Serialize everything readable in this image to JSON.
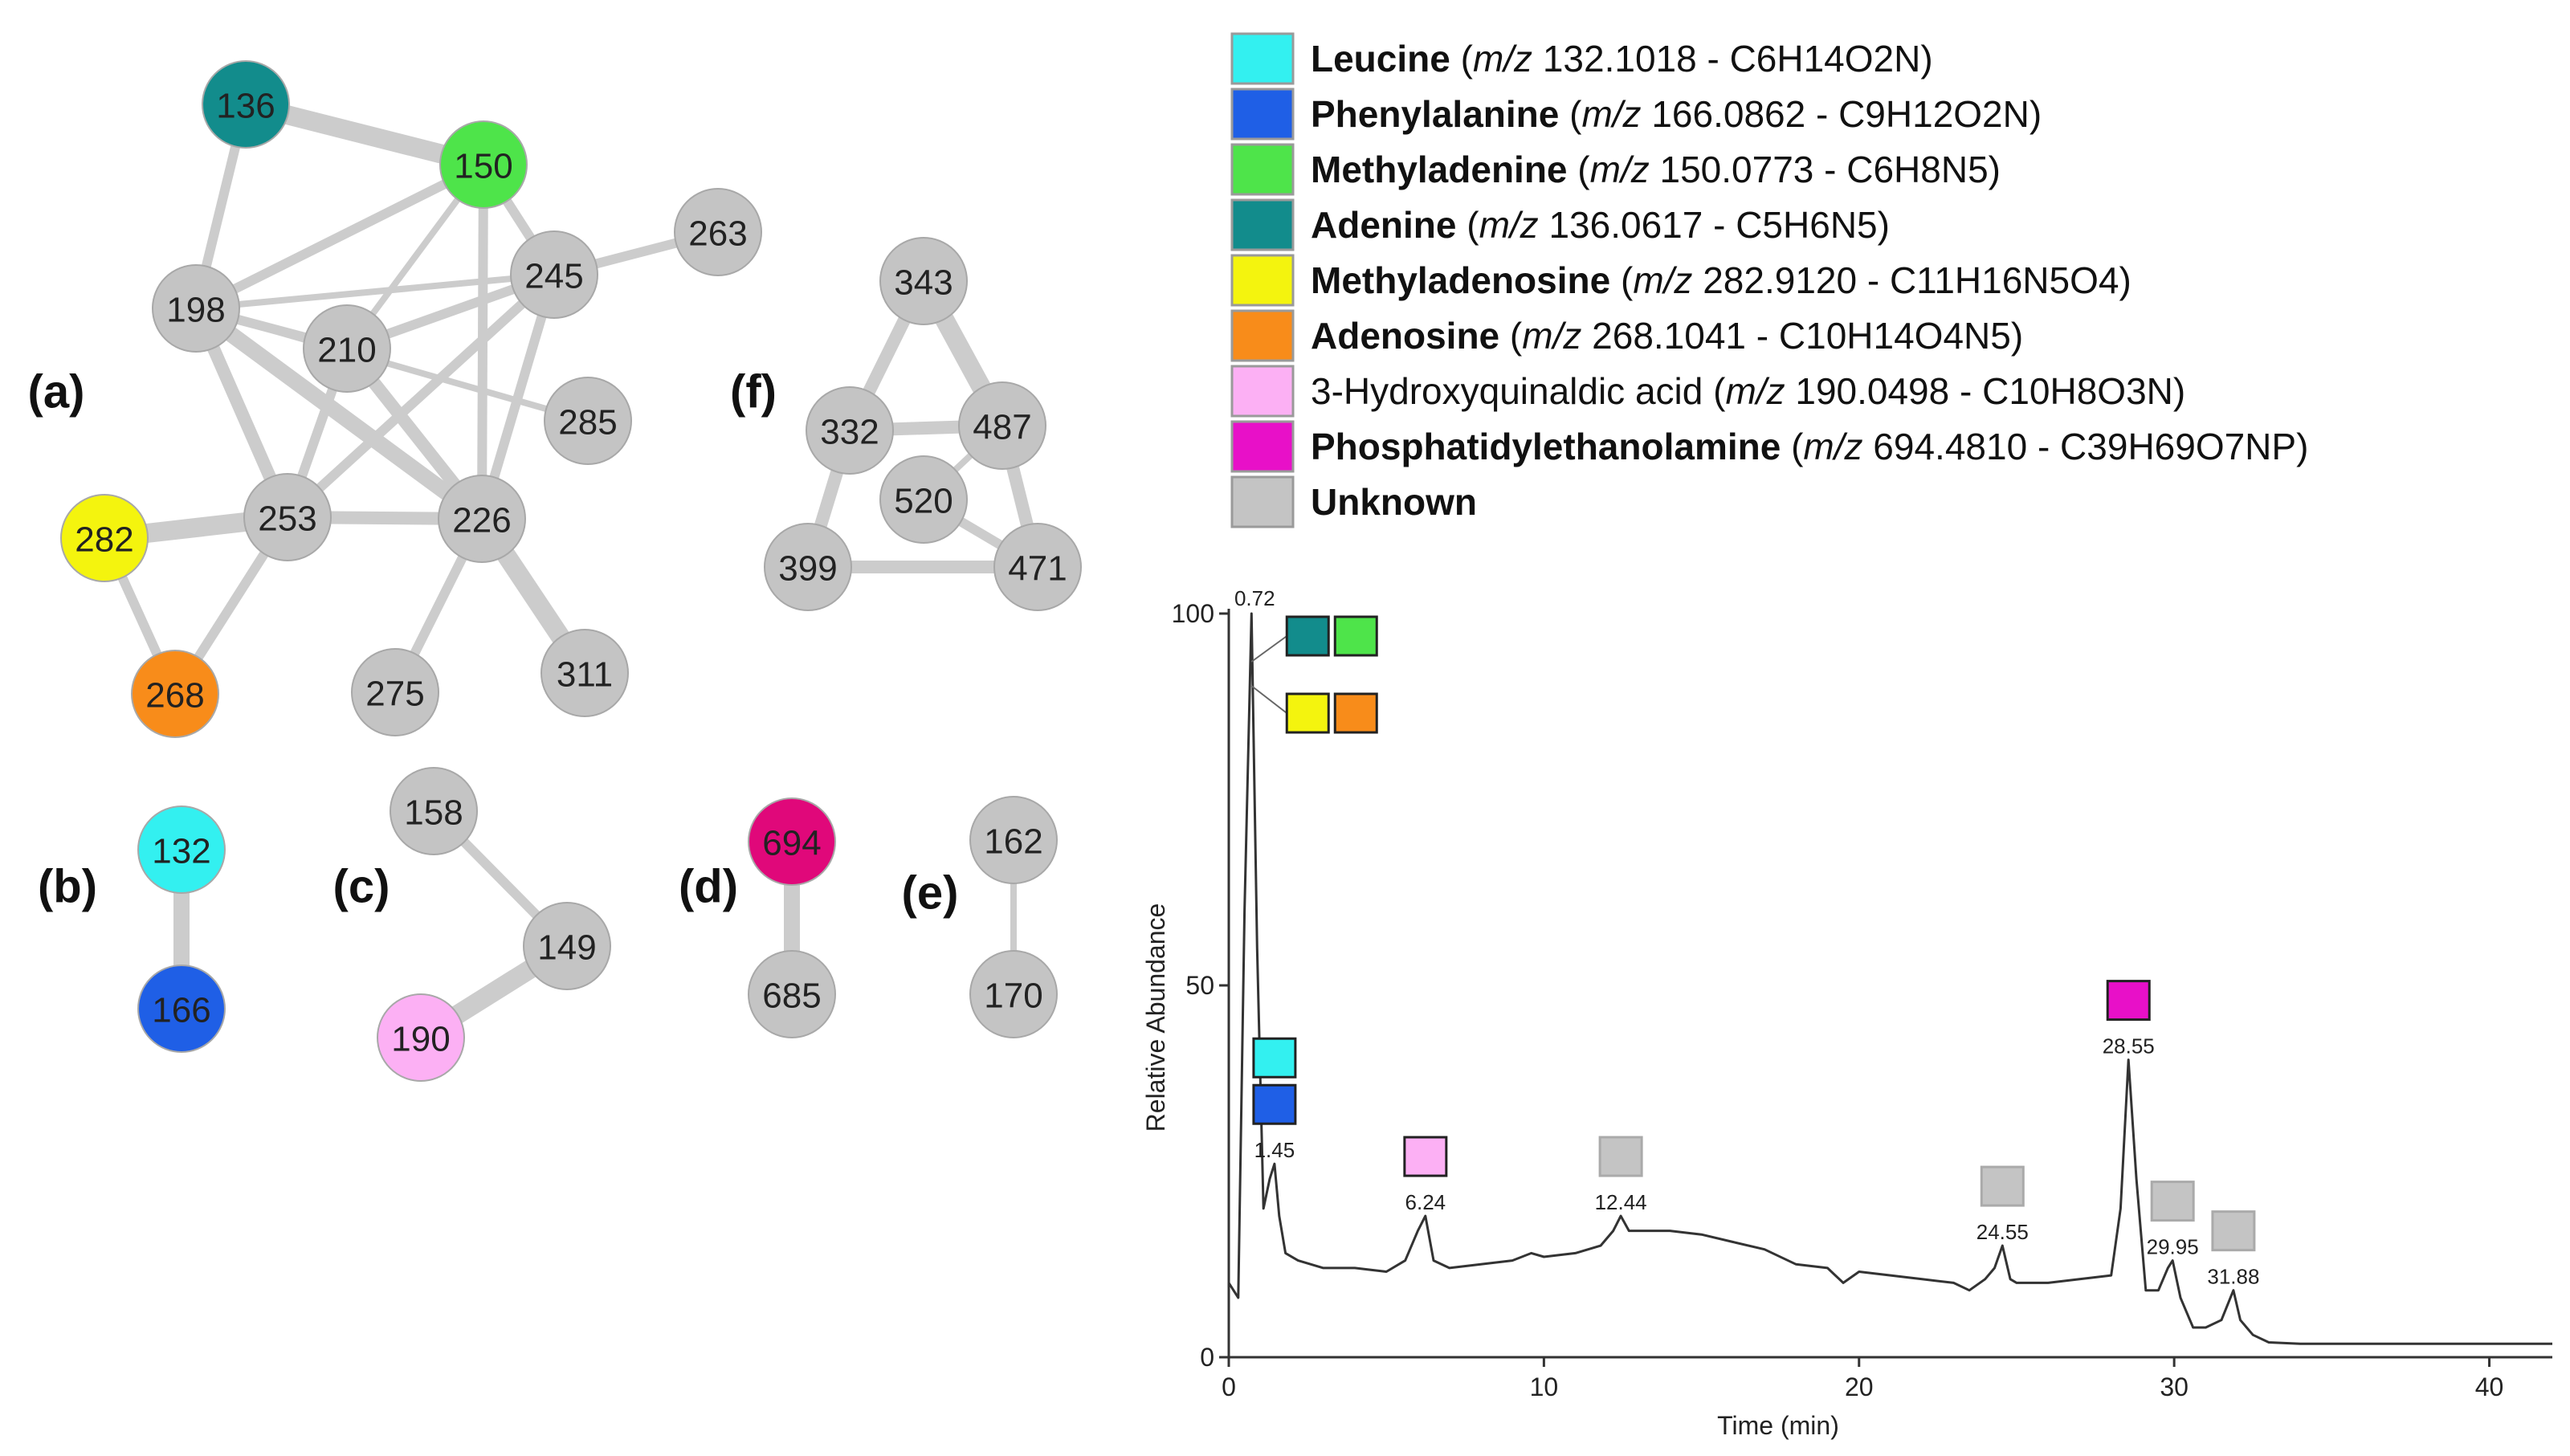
{
  "colors": {
    "node_default": "#c8c8c8",
    "node_stroke": "#a8a8a8",
    "edge": "#cccccc",
    "trace": "#333333",
    "leucine": "#33f0f0",
    "phenylalanine": "#1f5fe6",
    "methyladenine": "#4ee44a",
    "adenine": "#128c8c",
    "methyladenosine": "#f4f40e",
    "adenosine": "#f88c1a",
    "hydroxyquinaldic": "#fcb0f4",
    "pe": "#e810c8",
    "pe_node": "#e0087a",
    "unknown": "#c4c4c4"
  },
  "network": {
    "panel_labels": [
      {
        "id": "a",
        "text": "(a)"
      },
      {
        "id": "b",
        "text": "(b)"
      },
      {
        "id": "c",
        "text": "(c)"
      },
      {
        "id": "d",
        "text": "(d)"
      },
      {
        "id": "e",
        "text": "(e)"
      },
      {
        "id": "f",
        "text": "(f)"
      }
    ],
    "nodes": [
      {
        "id": "136",
        "label": "136",
        "group": "a",
        "class": "adenine"
      },
      {
        "id": "150",
        "label": "150",
        "group": "a",
        "class": "methyladenine"
      },
      {
        "id": "263",
        "label": "263",
        "group": "a",
        "class": "unknown"
      },
      {
        "id": "198",
        "label": "198",
        "group": "a",
        "class": "unknown"
      },
      {
        "id": "245",
        "label": "245",
        "group": "a",
        "class": "unknown"
      },
      {
        "id": "210",
        "label": "210",
        "group": "a",
        "class": "unknown"
      },
      {
        "id": "285",
        "label": "285",
        "group": "a",
        "class": "unknown"
      },
      {
        "id": "282",
        "label": "282",
        "group": "a",
        "class": "methyladenosine"
      },
      {
        "id": "253",
        "label": "253",
        "group": "a",
        "class": "unknown"
      },
      {
        "id": "226",
        "label": "226",
        "group": "a",
        "class": "unknown"
      },
      {
        "id": "268",
        "label": "268",
        "group": "a",
        "class": "adenosine"
      },
      {
        "id": "275",
        "label": "275",
        "group": "a",
        "class": "unknown"
      },
      {
        "id": "311",
        "label": "311",
        "group": "a",
        "class": "unknown"
      },
      {
        "id": "132",
        "label": "132",
        "group": "b",
        "class": "leucine"
      },
      {
        "id": "166",
        "label": "166",
        "group": "b",
        "class": "phenylalanine"
      },
      {
        "id": "158",
        "label": "158",
        "group": "c",
        "class": "unknown"
      },
      {
        "id": "149",
        "label": "149",
        "group": "c",
        "class": "unknown"
      },
      {
        "id": "190",
        "label": "190",
        "group": "c",
        "class": "hydroxyquinaldic"
      },
      {
        "id": "694",
        "label": "694",
        "group": "d",
        "class": "pe_node"
      },
      {
        "id": "685",
        "label": "685",
        "group": "d",
        "class": "unknown"
      },
      {
        "id": "162",
        "label": "162",
        "group": "e",
        "class": "unknown"
      },
      {
        "id": "170",
        "label": "170",
        "group": "e",
        "class": "unknown"
      },
      {
        "id": "343",
        "label": "343",
        "group": "f",
        "class": "unknown"
      },
      {
        "id": "332",
        "label": "332",
        "group": "f",
        "class": "unknown"
      },
      {
        "id": "487",
        "label": "487",
        "group": "f",
        "class": "unknown"
      },
      {
        "id": "520",
        "label": "520",
        "group": "f",
        "class": "unknown"
      },
      {
        "id": "399",
        "label": "399",
        "group": "f",
        "class": "unknown"
      },
      {
        "id": "471",
        "label": "471",
        "group": "f",
        "class": "unknown"
      }
    ],
    "edges": [
      {
        "source": "136",
        "target": "150",
        "weight": 5
      },
      {
        "source": "136",
        "target": "198",
        "weight": 2
      },
      {
        "source": "150",
        "target": "198",
        "weight": 2
      },
      {
        "source": "150",
        "target": "210",
        "weight": 1
      },
      {
        "source": "150",
        "target": "245",
        "weight": 2
      },
      {
        "source": "150",
        "target": "226",
        "weight": 2
      },
      {
        "source": "198",
        "target": "210",
        "weight": 2
      },
      {
        "source": "198",
        "target": "245",
        "weight": 1
      },
      {
        "source": "198",
        "target": "253",
        "weight": 3
      },
      {
        "source": "198",
        "target": "226",
        "weight": 4
      },
      {
        "source": "198",
        "target": "285",
        "weight": 1
      },
      {
        "source": "210",
        "target": "245",
        "weight": 2
      },
      {
        "source": "210",
        "target": "253",
        "weight": 2
      },
      {
        "source": "210",
        "target": "226",
        "weight": 3
      },
      {
        "source": "245",
        "target": "263",
        "weight": 2
      },
      {
        "source": "245",
        "target": "253",
        "weight": 2
      },
      {
        "source": "245",
        "target": "226",
        "weight": 2
      },
      {
        "source": "253",
        "target": "226",
        "weight": 3
      },
      {
        "source": "253",
        "target": "282",
        "weight": 5
      },
      {
        "source": "253",
        "target": "268",
        "weight": 2
      },
      {
        "source": "282",
        "target": "268",
        "weight": 2
      },
      {
        "source": "226",
        "target": "275",
        "weight": 2
      },
      {
        "source": "226",
        "target": "311",
        "weight": 5
      },
      {
        "source": "132",
        "target": "166",
        "weight": 4
      },
      {
        "source": "158",
        "target": "149",
        "weight": 2
      },
      {
        "source": "149",
        "target": "190",
        "weight": 5
      },
      {
        "source": "694",
        "target": "685",
        "weight": 4
      },
      {
        "source": "162",
        "target": "170",
        "weight": 1
      },
      {
        "source": "343",
        "target": "332",
        "weight": 3
      },
      {
        "source": "343",
        "target": "487",
        "weight": 5
      },
      {
        "source": "332",
        "target": "487",
        "weight": 3
      },
      {
        "source": "332",
        "target": "399",
        "weight": 3
      },
      {
        "source": "487",
        "target": "471",
        "weight": 3
      },
      {
        "source": "487",
        "target": "520",
        "weight": 1
      },
      {
        "source": "520",
        "target": "471",
        "weight": 2
      },
      {
        "source": "399",
        "target": "471",
        "weight": 3
      }
    ]
  },
  "legend": {
    "items": [
      {
        "name": "Leucine",
        "bold": true,
        "detail_pre": " (",
        "mz_italic": "m/z",
        "detail": " 132.1018 - C6H14O2N)",
        "class": "leucine"
      },
      {
        "name": "Phenylalanine",
        "bold": true,
        "detail_pre": " (",
        "mz_italic": "m/z",
        "detail": " 166.0862 - C9H12O2N)",
        "class": "phenylalanine"
      },
      {
        "name": "Methyladenine",
        "bold": true,
        "detail_pre": " (",
        "mz_italic": "m/z",
        "detail": " 150.0773 - C6H8N5)",
        "class": "methyladenine"
      },
      {
        "name": "Adenine",
        "bold": true,
        "detail_pre": " (",
        "mz_italic": "m/z",
        "detail": " 136.0617 - C5H6N5)",
        "class": "adenine"
      },
      {
        "name": "Methyladenosine",
        "bold": true,
        "detail_pre": " (",
        "mz_italic": "m/z",
        "detail": " 282.9120 - C11H16N5O4)",
        "class": "methyladenosine"
      },
      {
        "name": "Adenosine",
        "bold": true,
        "detail_pre": " (",
        "mz_italic": "m/z",
        "detail": " 268.1041 - C10H14O4N5)",
        "class": "adenosine"
      },
      {
        "name": "3-Hydroxyquinaldic acid",
        "bold": false,
        "detail_pre": " (",
        "mz_italic": "m/z",
        "detail": " 190.0498 - C10H8O3N)",
        "class": "hydroxyquinaldic"
      },
      {
        "name": "Phosphatidylethanolamine",
        "bold": true,
        "detail_pre": " (",
        "mz_italic": "m/z",
        "detail": " 694.4810 - C39H69O7NP)",
        "class": "pe"
      },
      {
        "name": "Unknown",
        "bold": true,
        "detail_pre": "",
        "mz_italic": "",
        "detail": "",
        "class": "unknown"
      }
    ]
  },
  "chart_data": {
    "type": "line",
    "xlabel": "Time (min)",
    "ylabel": "Relative Abundance",
    "xlim": [
      0,
      42
    ],
    "ylim": [
      0,
      100
    ],
    "x_ticks": [
      0,
      10,
      20,
      30,
      40
    ],
    "y_ticks": [
      0,
      50,
      100
    ],
    "peaks": [
      {
        "x": 0.72,
        "y": 100,
        "label": "0.72",
        "markers": [
          [
            "adenine",
            "methyladenine"
          ],
          [
            "methyladenosine",
            "adenosine"
          ]
        ]
      },
      {
        "x": 1.45,
        "y": 26,
        "label": "1.45",
        "markers": [
          [
            "leucine"
          ],
          [
            "phenylalanine"
          ]
        ]
      },
      {
        "x": 6.24,
        "y": 19,
        "label": "6.24",
        "markers": [
          [
            "hydroxyquinaldic"
          ]
        ]
      },
      {
        "x": 12.44,
        "y": 19,
        "label": "12.44",
        "markers": [
          [
            "unknown"
          ]
        ]
      },
      {
        "x": 24.55,
        "y": 15,
        "label": "24.55",
        "markers": [
          [
            "unknown"
          ]
        ]
      },
      {
        "x": 28.55,
        "y": 40,
        "label": "28.55",
        "markers": [
          [
            "pe"
          ]
        ]
      },
      {
        "x": 29.95,
        "y": 13,
        "label": "29.95",
        "markers": [
          [
            "unknown"
          ]
        ]
      },
      {
        "x": 31.88,
        "y": 9,
        "label": "31.88",
        "markers": [
          [
            "unknown"
          ]
        ]
      }
    ],
    "trace": [
      [
        0,
        10
      ],
      [
        0.3,
        8
      ],
      [
        0.5,
        60
      ],
      [
        0.72,
        100
      ],
      [
        0.9,
        55
      ],
      [
        1.1,
        20
      ],
      [
        1.3,
        24
      ],
      [
        1.45,
        26
      ],
      [
        1.6,
        19
      ],
      [
        1.8,
        14
      ],
      [
        2.2,
        13
      ],
      [
        3,
        12
      ],
      [
        4,
        12
      ],
      [
        5,
        11.5
      ],
      [
        5.6,
        13
      ],
      [
        6.0,
        17
      ],
      [
        6.24,
        19
      ],
      [
        6.5,
        13
      ],
      [
        7,
        12
      ],
      [
        8,
        12.5
      ],
      [
        9,
        13
      ],
      [
        9.6,
        14
      ],
      [
        10,
        13.5
      ],
      [
        11,
        14
      ],
      [
        11.8,
        15
      ],
      [
        12.2,
        17
      ],
      [
        12.44,
        19
      ],
      [
        12.7,
        17
      ],
      [
        13,
        17
      ],
      [
        14,
        17
      ],
      [
        15,
        16.5
      ],
      [
        16,
        15.5
      ],
      [
        17,
        14.5
      ],
      [
        18,
        12.5
      ],
      [
        19,
        12
      ],
      [
        19.5,
        10
      ],
      [
        20,
        11.5
      ],
      [
        21,
        11
      ],
      [
        22,
        10.5
      ],
      [
        23,
        10
      ],
      [
        23.5,
        9
      ],
      [
        24,
        10.5
      ],
      [
        24.3,
        12
      ],
      [
        24.55,
        15
      ],
      [
        24.8,
        10.5
      ],
      [
        25,
        10
      ],
      [
        26,
        10
      ],
      [
        27,
        10.5
      ],
      [
        28,
        11
      ],
      [
        28.3,
        20
      ],
      [
        28.55,
        40
      ],
      [
        28.8,
        24
      ],
      [
        29.1,
        9
      ],
      [
        29.5,
        9
      ],
      [
        29.8,
        12
      ],
      [
        29.95,
        13
      ],
      [
        30.2,
        8
      ],
      [
        30.6,
        4
      ],
      [
        31,
        4
      ],
      [
        31.5,
        5
      ],
      [
        31.88,
        9
      ],
      [
        32.1,
        5
      ],
      [
        32.5,
        3
      ],
      [
        33,
        2
      ],
      [
        34,
        1.8
      ],
      [
        36,
        1.8
      ],
      [
        38,
        1.8
      ],
      [
        40,
        1.8
      ],
      [
        42,
        1.8
      ]
    ]
  }
}
